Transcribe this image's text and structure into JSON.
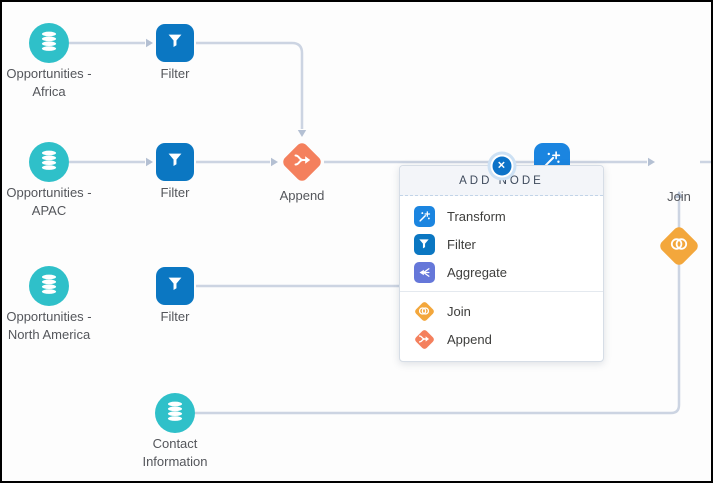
{
  "app": {
    "name": "data-prep-flow-canvas"
  },
  "colors": {
    "source_teal": "#2fc0c9",
    "filter_blue": "#0b77c2",
    "transform_blue": "#1b85e0",
    "aggregate_indigo": "#6577d9",
    "append_orange": "#f4805d",
    "join_yellow": "#f3a73c",
    "connector_gray": "#ccd4e2",
    "close_button_blue": "#0d73c8"
  },
  "nodes": [
    {
      "id": "opp-africa",
      "type": "source",
      "label": "Opportunities - Africa"
    },
    {
      "id": "filter-africa",
      "type": "filter",
      "label": "Filter"
    },
    {
      "id": "opp-apac",
      "type": "source",
      "label": "Opportunities - APAC"
    },
    {
      "id": "filter-apac",
      "type": "filter",
      "label": "Filter"
    },
    {
      "id": "append-1",
      "type": "append",
      "label": "Append"
    },
    {
      "id": "opp-north-america",
      "type": "source",
      "label": "Opportunities - North America"
    },
    {
      "id": "filter-north-america",
      "type": "filter",
      "label": "Filter"
    },
    {
      "id": "join-1",
      "type": "join",
      "label": "Join"
    },
    {
      "id": "contact-information",
      "type": "source",
      "label": "Contact Information"
    }
  ],
  "popup": {
    "title": "ADD NODE",
    "items": [
      {
        "id": "transform",
        "label": "Transform"
      },
      {
        "id": "filter",
        "label": "Filter"
      },
      {
        "id": "aggregate",
        "label": "Aggregate"
      },
      {
        "id": "join",
        "label": "Join"
      },
      {
        "id": "append",
        "label": "Append"
      }
    ]
  }
}
